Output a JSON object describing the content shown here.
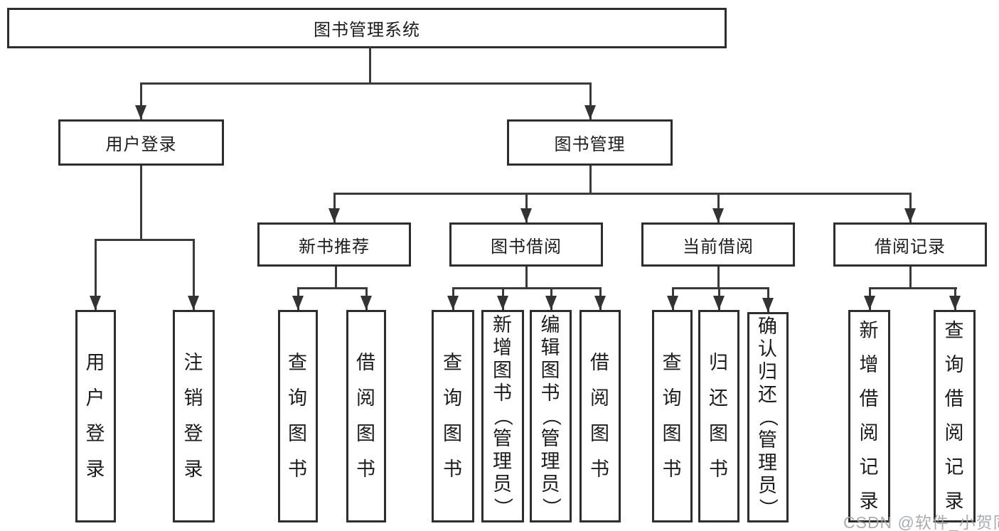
{
  "diagram_title": "图书管理系统",
  "nodes": {
    "root": "图书管理系统",
    "l2_user_login": "用户登录",
    "l2_book_mgmt": "图书管理",
    "l3_new_books": "新书推荐",
    "l3_book_borrow": "图书借阅",
    "l3_current_borrow": "当前借阅",
    "l3_borrow_records": "借阅记录",
    "l4_user_login": "用户登录",
    "l4_logout": "注销登录",
    "l4_nb_query_books": "查询图书",
    "l4_nb_borrow_books": "借阅图书",
    "l4_bb_query_books": "查询图书",
    "l4_bb_add_books": "新增图书（管理员）",
    "l4_bb_edit_books": "编辑图书（管理员）",
    "l4_bb_borrow_books": "借阅图书",
    "l4_cb_query_books": "查询图书",
    "l4_cb_return_books": "归还图书",
    "l4_cb_confirm_return": "确认归还（管理员）",
    "l4_rec_add_record": "新增借阅记录",
    "l4_rec_query_record": "查询借阅记录"
  },
  "edges": {
    "root_to_level2": [
      "用户登录",
      "图书管理"
    ],
    "user_login_children": [
      "用户登录",
      "注销登录"
    ],
    "book_mgmt_children": [
      "新书推荐",
      "图书借阅",
      "当前借阅",
      "借阅记录"
    ],
    "new_books_children": [
      "查询图书",
      "借阅图书"
    ],
    "book_borrow_children": [
      "查询图书",
      "新增图书（管理员）",
      "编辑图书（管理员）",
      "借阅图书"
    ],
    "current_borrow_children": [
      "查询图书",
      "归还图书",
      "确认归还（管理员）"
    ],
    "records_children": [
      "新增借阅记录",
      "查询借阅记录"
    ]
  },
  "watermark": "CSDN @软件_小贺同学",
  "colors": {
    "line": "#3a3a3a",
    "box_border": "#2d2d2d",
    "text": "#1c1c1c",
    "watermark": "#a0a4aa",
    "background": "#ffffff"
  }
}
